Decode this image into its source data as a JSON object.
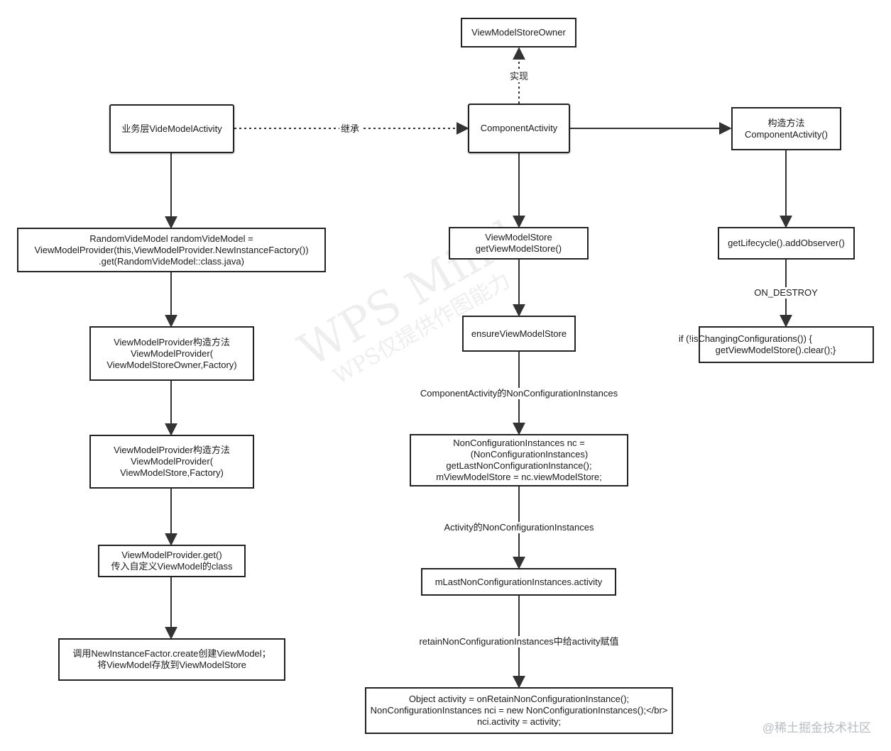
{
  "nodes": {
    "owner": "ViewModelStoreOwner",
    "biz_activity": "业务层VideModelActivity",
    "component_activity": "ComponentActivity",
    "constructor": "构造方法\nComponentActivity()",
    "random_model": "RandomVideModel randomVideModel =\nViewModelProvider(this,ViewModelProvider.NewInstanceFactory())\n.get(RandomVideModel::class.java)",
    "provider_ctor_owner": "ViewModelProvider构造方法\nViewModelProvider(\nViewModelStoreOwner,Factory)",
    "provider_ctor_store": "ViewModelProvider构造方法\nViewModelProvider(\nViewModelStore,Factory)",
    "provider_get": "ViewModelProvider.get()\n传入自定义ViewModel的class",
    "factory_create": "调用NewInstanceFactor.create创建ViewModel；\n将ViewModel存放到ViewModelStore",
    "get_store": "ViewModelStore\ngetViewModelStore()",
    "ensure_store": "ensureViewModelStore",
    "nc_assign": "NonConfigurationInstances nc =\n        (NonConfigurationInstances)\ngetLastNonConfigurationInstance();\nmViewModelStore = nc.viewModelStore;",
    "last_nc_activity": "mLastNonConfigurationInstances.activity",
    "retain_code": "Object activity = onRetainNonConfigurationInstance();\nNonConfigurationInstances nci = new NonConfigurationInstances();</br>\nnci.activity = activity;",
    "add_observer": "getLifecycle().addObserver()",
    "clear_store": "if (!isChangingConfigurations()) {\n      getViewModelStore().clear();}"
  },
  "edge_labels": {
    "implements": "实现",
    "inherits": "继承",
    "component_nc": "ComponentActivity的NonConfigurationInstances",
    "activity_nc": "Activity的NonConfigurationInstances",
    "retain_assign": "retainNonConfigurationInstances中给activity赋值",
    "on_destroy": "ON_DESTROY"
  },
  "watermark": {
    "line1": "WPS Mind",
    "line2": "WPS仅提供作图能力"
  },
  "credit": "@稀土掘金技术社区",
  "colors": {
    "line": "#333333",
    "border": "#222222",
    "watermark": "#969696",
    "credit": "#b9bcc0"
  }
}
